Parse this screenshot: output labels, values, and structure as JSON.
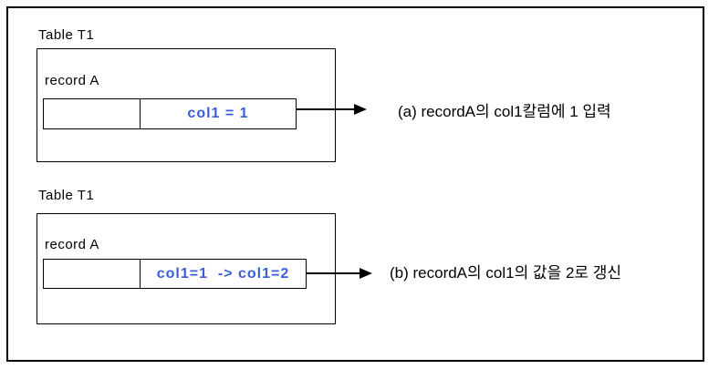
{
  "diagram": {
    "background_color": "#ffffff",
    "line_color": "#000000",
    "value_text_color": "#3b5ed8",
    "sections": [
      {
        "id": "a",
        "table_title": "Table T1",
        "record_label": "record A",
        "cell_value": "col1 = 1",
        "caption": "(a) recordA의 col1칼럼에 1 입력"
      },
      {
        "id": "b",
        "table_title": "Table T1",
        "record_label": "record A",
        "cell_value": "col1=1  -> col1=2",
        "caption": "(b) recordA의 col1의 값을 2로 갱신"
      }
    ]
  }
}
